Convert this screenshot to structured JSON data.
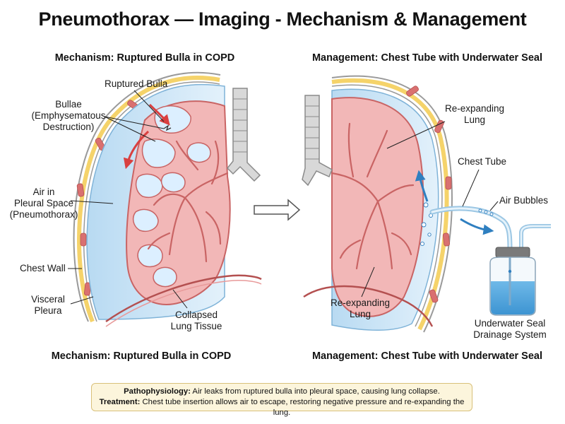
{
  "title": "Pneumothorax — Imaging - Mechanism & Management",
  "left_panel": {
    "heading_top": "Mechanism: Ruptured Bulla in COPD",
    "heading_bottom": "Mechanism: Ruptured Bulla in COPD",
    "labels": {
      "ruptured_bulla": "Ruptured Bulla",
      "bullae": [
        "Bullae",
        "(Emphysematous",
        "Destruction)"
      ],
      "air_in_pleural_space": [
        "Air in",
        "Pleural Space",
        "(Pneumothorax)"
      ],
      "chest_wall": "Chest Wall",
      "visceral_pleura": [
        "Visceral",
        "Pleura"
      ],
      "collapsed_lung": [
        "Collapsed",
        "Lung Tissue"
      ]
    }
  },
  "right_panel": {
    "heading_top": "Management: Chest Tube with Underwater Seal",
    "heading_bottom": "Management: Chest Tube with Underwater Seal",
    "labels": {
      "reexpanding_lung_top": [
        "Re-expanding",
        "Lung"
      ],
      "chest_tube": "Chest Tube",
      "air_bubbles": "Air Bubbles",
      "reexpanding_lung_bottom": [
        "Re-expanding",
        "Lung"
      ],
      "drainage_system": [
        "Underwater Seal",
        "Drainage System"
      ]
    }
  },
  "summary": {
    "pathophysiology_label": "Pathophysiology:",
    "pathophysiology_text": " Air leaks from ruptured bulla into pleural space, causing lung collapse.",
    "treatment_label": "Treatment:",
    "treatment_text": " Chest tube insertion allows air to escape, restoring negative pressure and re-expanding the lung."
  },
  "colors": {
    "pleural_air": "#cfe6f6",
    "lung_pink": "#f2b7b7",
    "vessel_red": "#c96464",
    "chest_wall_yellow": "#f5d36a",
    "arrow_red": "#d94040",
    "arrow_blue": "#2f7fc0",
    "water_blue": "#4aa3dc",
    "summary_bg": "#fcf5dc"
  }
}
